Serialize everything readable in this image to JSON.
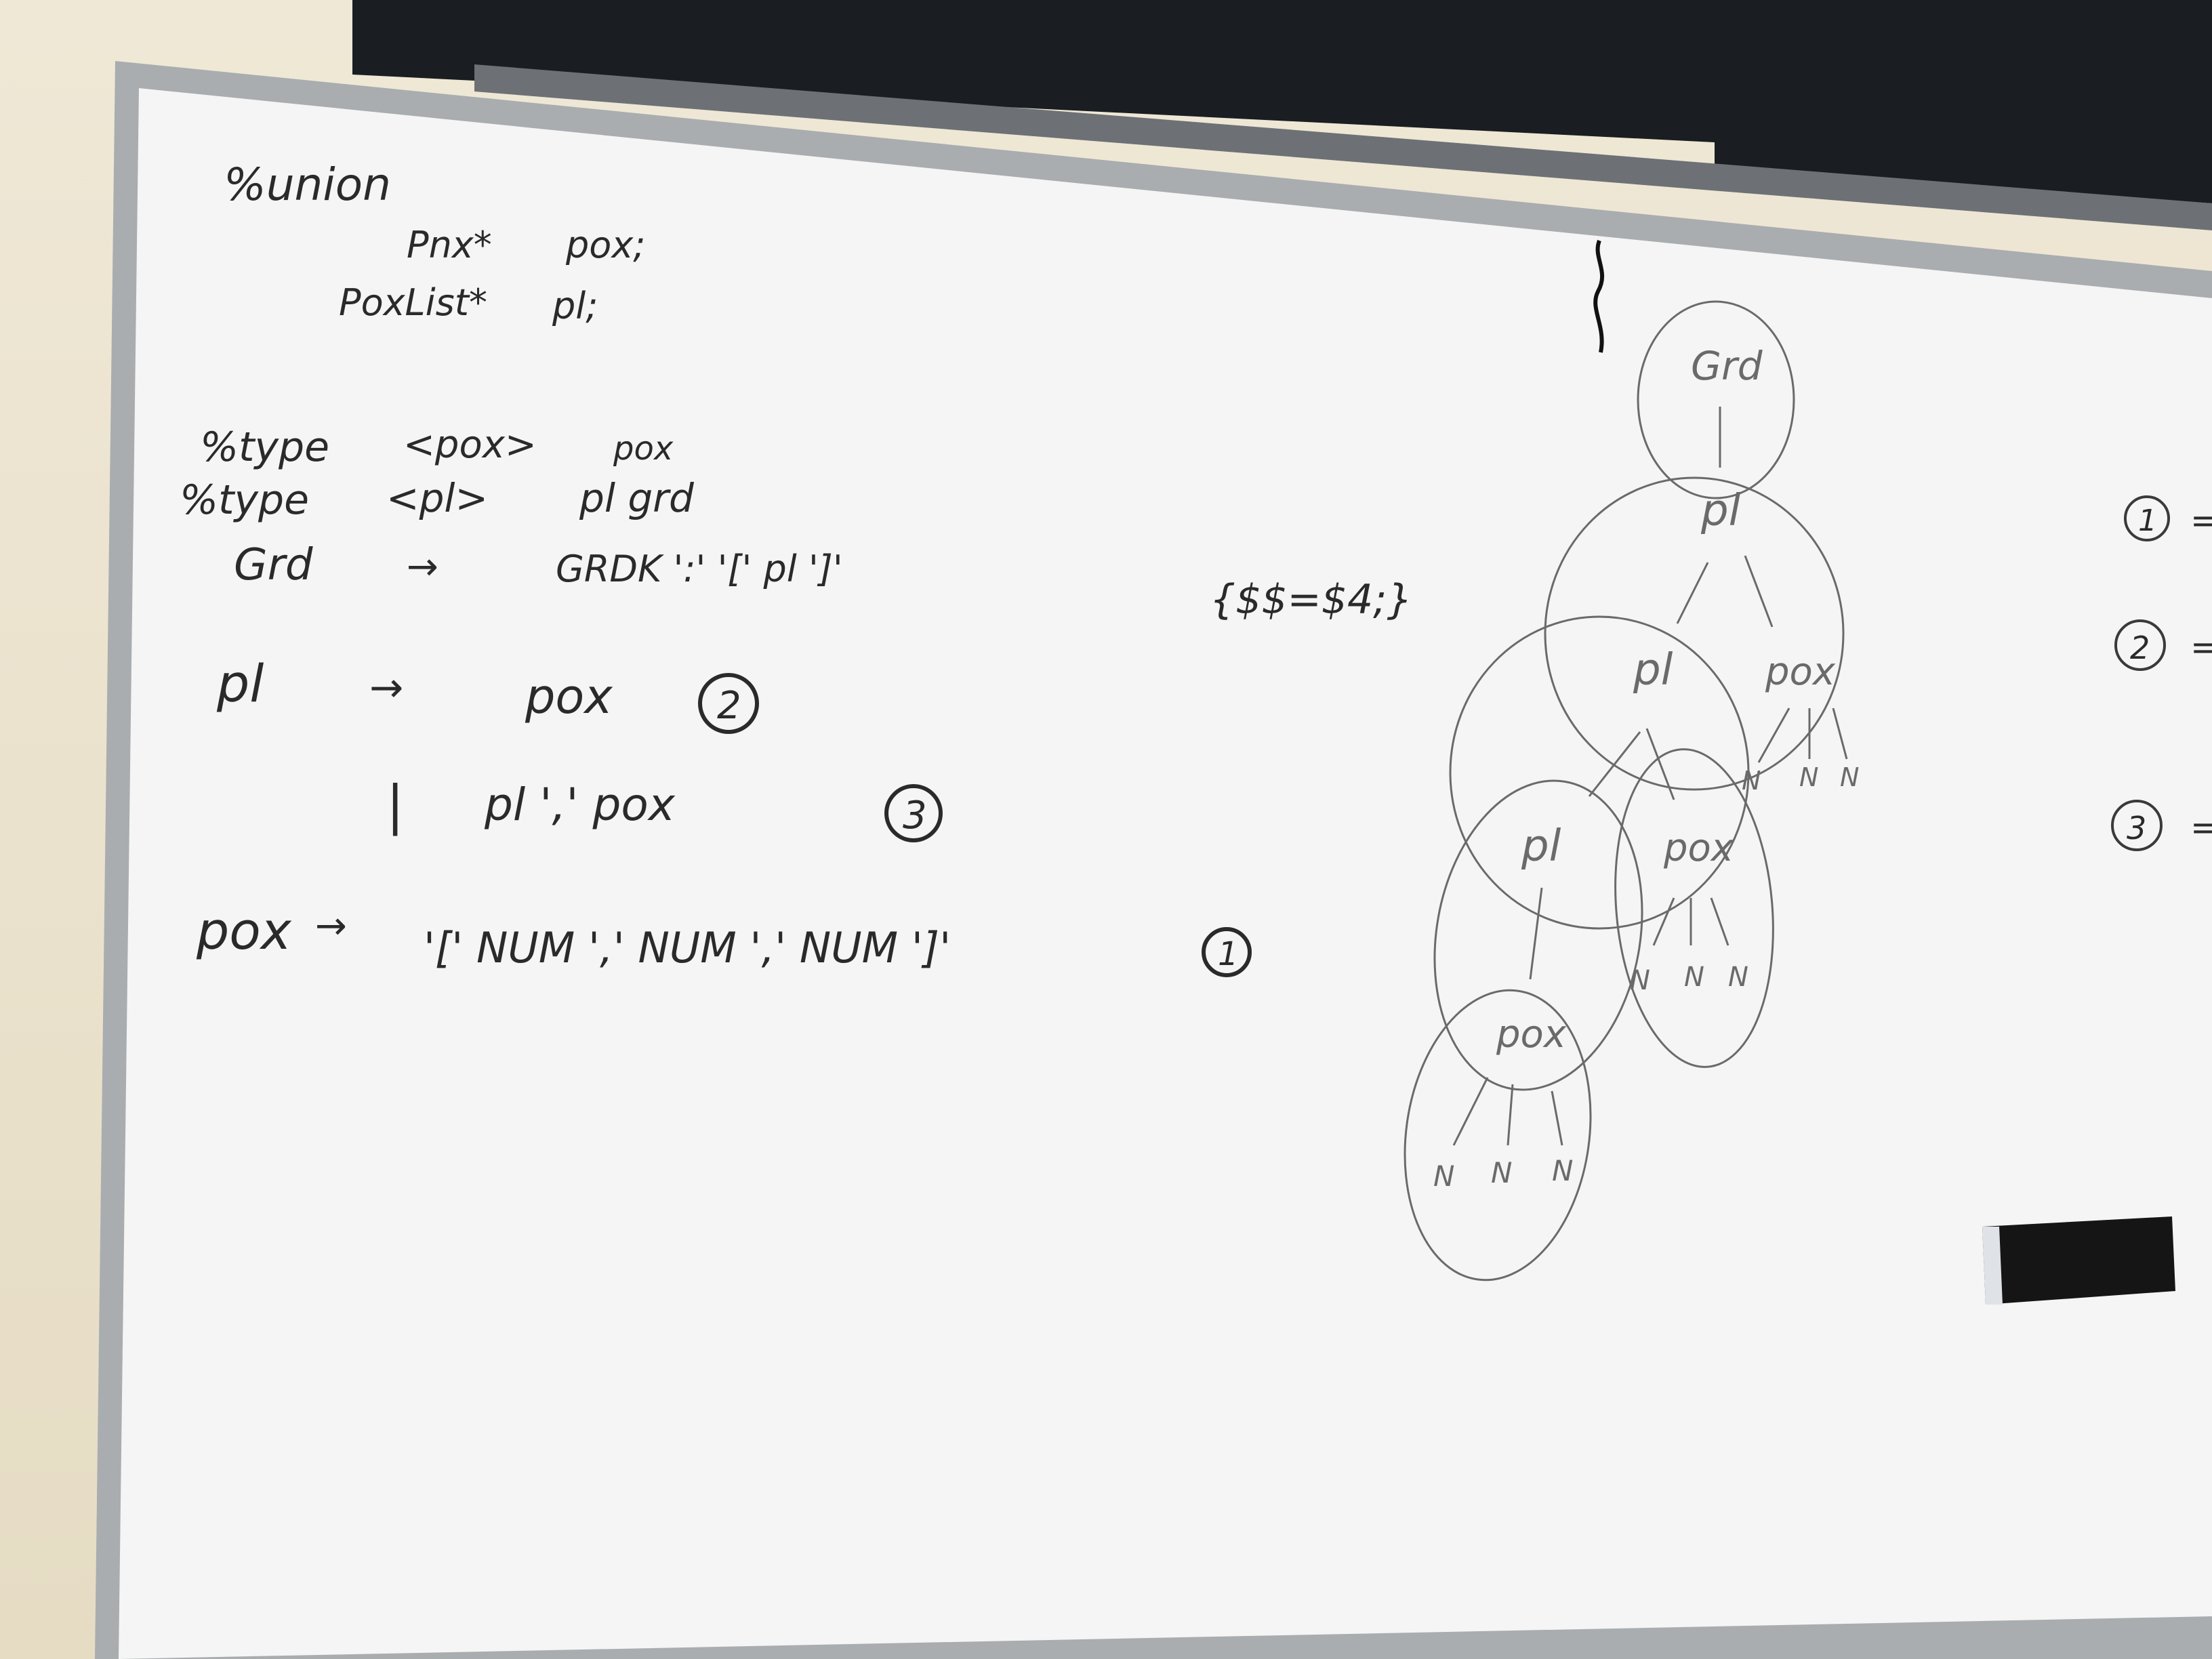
{
  "whiteboard": {
    "colors": {
      "board": "#f4f5f4",
      "frame": "#a9adb0",
      "ink": "#2a2a2a",
      "pencil_ink": "#6a6a6a",
      "rail": "#1a1d22",
      "eraser": "#151515",
      "wall": "#ebe3cf"
    },
    "union_block": {
      "directive": "%union",
      "line1_type": "Pnx*",
      "line1_name": "pox;",
      "line2_type": "PoxList*",
      "line2_name": "pl;"
    },
    "type_decls": {
      "line1_directive": "%type",
      "line1_tag": "<pox>",
      "line1_symbol": "pox",
      "line2_directive": "%type",
      "line2_tag": "<pl>",
      "line2_symbols": "pl grd"
    },
    "grammar": {
      "rule_grd": {
        "lhs": "Grd",
        "arrow": "→",
        "rhs": "GRDK ':' '[' pl ']'",
        "action": "{$$=$4;}"
      },
      "rule_pl_1": {
        "lhs": "pl",
        "arrow": "→",
        "rhs": "pox",
        "marker": "2"
      },
      "rule_pl_2": {
        "bar": "|",
        "rhs": "pl ',' pox",
        "marker": "3"
      },
      "rule_pox": {
        "lhs": "pox",
        "arrow": "→",
        "rhs": "'[' NUM ',' NUM ',' NUM ']'",
        "marker": "1"
      }
    },
    "tree": {
      "nodes": {
        "root": "Grd",
        "pl_top": "pl",
        "pl_mid": "pl",
        "pox_right": "pox",
        "pl_low": "pl",
        "pox_mid": "pox",
        "pox_bottom": "pox"
      },
      "leaves": {
        "right": [
          "N",
          "N",
          "N"
        ],
        "mid": [
          "N",
          "N",
          "N"
        ],
        "bottom": [
          "N",
          "N",
          "N"
        ]
      }
    },
    "right_margin_markers": [
      "1",
      "2",
      "3"
    ],
    "right_margin_suffix": "="
  }
}
